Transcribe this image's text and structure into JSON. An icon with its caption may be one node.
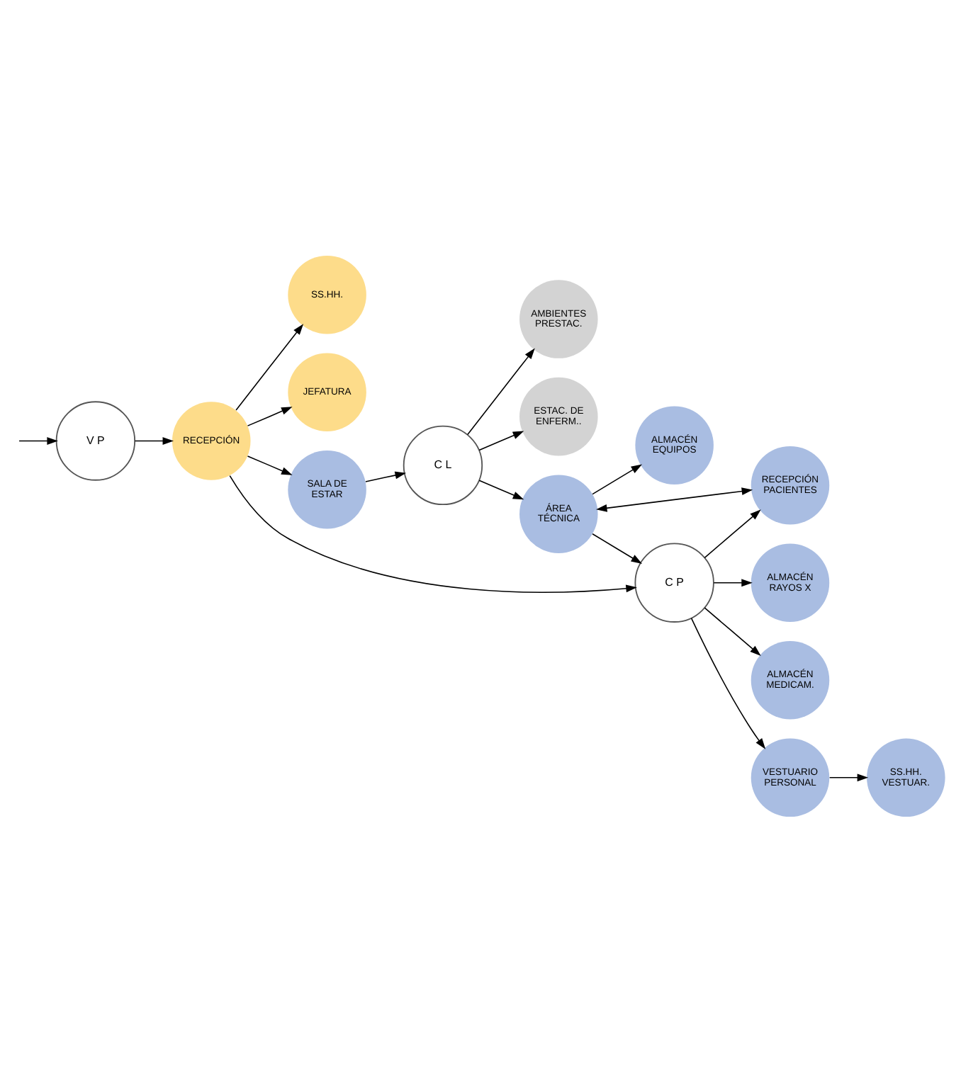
{
  "diagram": {
    "nodes": [
      {
        "text": [
          "V P"
        ]
      },
      {
        "text": [
          "RECEPCIÓN"
        ]
      },
      {
        "text": [
          "SS.HH."
        ]
      },
      {
        "text": [
          "JEFATURA"
        ]
      },
      {
        "text": [
          "SALA DE ESTAR"
        ]
      },
      {
        "text": [
          "C L"
        ]
      },
      {
        "text": [
          "AMBIENTES PRESTAC."
        ]
      },
      {
        "text": [
          "ESTAC. DE ENFERM.."
        ]
      },
      {
        "text": [
          "ÁREA TÉCNICA"
        ]
      },
      {
        "text": [
          "ALMACÉN EQUIPOS"
        ]
      },
      {
        "text": [
          "RECEPCIÓN PACIENTES"
        ]
      },
      {
        "text": [
          "C P"
        ]
      },
      {
        "text": [
          "ALMACÉN RAYOS X"
        ]
      },
      {
        "text": [
          "ALMACÉN MEDICAM."
        ]
      },
      {
        "text": [
          "VESTUARIO PERSONAL"
        ]
      },
      {
        "text": [
          "SS.HH. VESTUAR."
        ]
      }
    ],
    "edges": [
      {
        "from": null,
        "to": 0,
        "arrow": "to"
      },
      {
        "from": 0,
        "to": 1,
        "arrow": "to"
      },
      {
        "from": 1,
        "to": 4,
        "arrow": "to"
      },
      {
        "from": 1,
        "to": 11,
        "arrow": "to"
      },
      {
        "from": 1,
        "to": 2,
        "arrow": "to"
      },
      {
        "from": 1,
        "to": 3,
        "arrow": "to"
      },
      {
        "from": 4,
        "to": 5,
        "arrow": "to"
      },
      {
        "from": 5,
        "to": 6,
        "arrow": "to"
      },
      {
        "from": 5,
        "to": 7,
        "arrow": "to"
      },
      {
        "from": 5,
        "to": 8,
        "arrow": "to"
      },
      {
        "from": 8,
        "to": 9,
        "arrow": "to"
      },
      {
        "from": 8,
        "to": 10,
        "arrow": "both"
      },
      {
        "from": 8,
        "to": 11,
        "arrow": "to"
      },
      {
        "from": 11,
        "to": 10,
        "arrow": "to"
      },
      {
        "from": 11,
        "to": 12,
        "arrow": "to"
      },
      {
        "from": 11,
        "to": 13,
        "arrow": "to"
      },
      {
        "from": 11,
        "to": 14,
        "arrow": "to"
      },
      {
        "from": 14,
        "to": 15,
        "arrow": "to"
      }
    ]
  }
}
